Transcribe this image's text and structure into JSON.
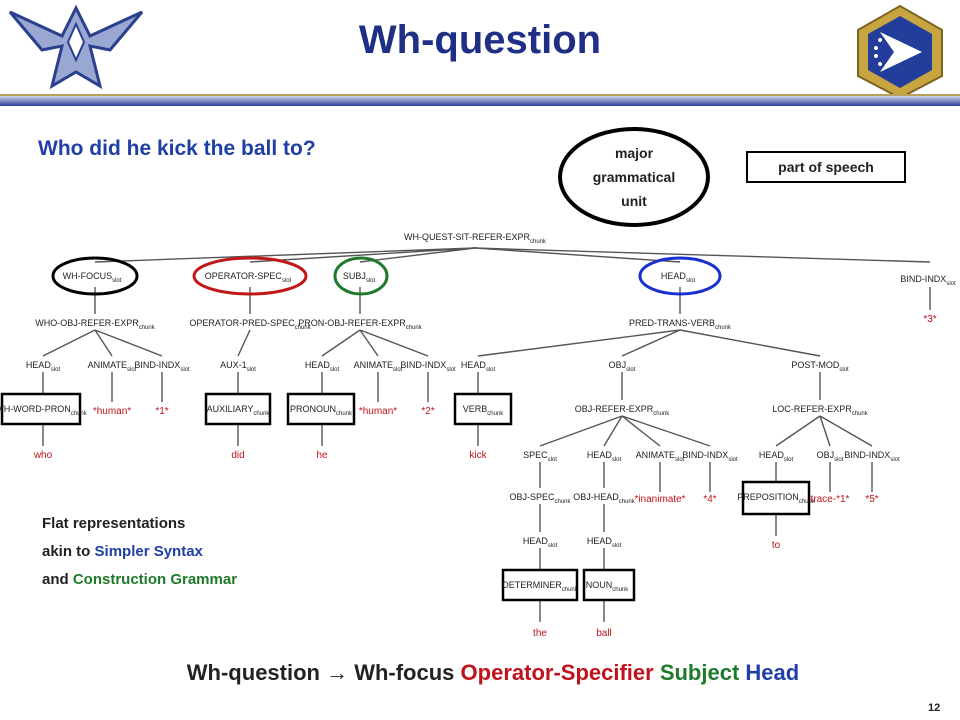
{
  "title": "Wh-question",
  "question": "Who did he kick the ball to?",
  "legend": {
    "ellipse": [
      "major",
      "grammatical",
      "unit"
    ],
    "box": "part of speech"
  },
  "tree": {
    "root": "WH-QUEST-SIT-REFER-EXPR",
    "nodes": {
      "whfocus": "WH-FOCUS",
      "opspec": "OPERATOR-SPEC",
      "subj": "SUBJ",
      "head": "HEAD",
      "bindtop": "BIND-INDX",
      "whoobj": "WHO-OBJ-REFER-EXPR",
      "oppred": "OPERATOR-PRED-SPEC",
      "pronobj": "PRON-OBJ-REFER-EXPR",
      "predtrans": "PRED-TRANS-VERB",
      "bind3": "*3*",
      "h1": "HEAD",
      "an1": "ANIMATE",
      "bi1": "BIND-INDX",
      "aux1": "AUX-1",
      "h3": "HEAD",
      "an3": "ANIMATE",
      "bi3": "BIND-INDX",
      "h4": "HEAD",
      "obj4": "OBJ",
      "pm4": "POST-MOD",
      "whword": "WH-WORD-PRON",
      "human1": "*human*",
      "star1": "*1*",
      "auxiliary": "AUXILIARY",
      "pronoun": "PRONOUN",
      "human3": "*human*",
      "star2": "*2*",
      "verb": "VERB",
      "objref": "OBJ-REFER-EXPR",
      "locref": "LOC-REFER-EXPR",
      "who": "who",
      "did": "did",
      "he": "he",
      "kick": "kick",
      "spec": "SPEC",
      "hh": "HEAD",
      "an5": "ANIMATE",
      "bi5": "BIND-INDX",
      "hl": "HEAD",
      "objl": "OBJ",
      "bil": "BIND-INDX",
      "objspec": "OBJ-SPEC",
      "objhead": "OBJ-HEAD",
      "inanimate": "*inanimate*",
      "star4": "*4*",
      "preposition": "PREPOSITION",
      "trace": "trace-*1*",
      "star5": "*5*",
      "hs": "HEAD",
      "hb": "HEAD",
      "to": "to",
      "determiner": "DETERMINER",
      "noun": "NOUN",
      "the": "the",
      "ball": "ball"
    },
    "subscripts": {
      "slot": "slot",
      "chunk": "chunk"
    }
  },
  "flat_note": {
    "line1": "Flat representations",
    "line2_prefix": "akin to ",
    "line2_highlight": "Simpler Syntax",
    "line3_prefix": "and ",
    "line3_highlight": "Construction Grammar"
  },
  "bottom": {
    "prefix": "Wh-question ",
    "arrow": "→",
    "whfocus": " Wh-focus ",
    "operator": "Operator-Specifier",
    "subject": " Subject",
    "head": " Head"
  },
  "page_number": "12",
  "colors": {
    "title_blue": "#1f2f86",
    "tree_red": "#c0121b",
    "ellipse_black": "#000000",
    "ellipse_red": "#c01818",
    "ellipse_green": "#1e7a2a",
    "ellipse_blue": "#1a2fd0"
  }
}
